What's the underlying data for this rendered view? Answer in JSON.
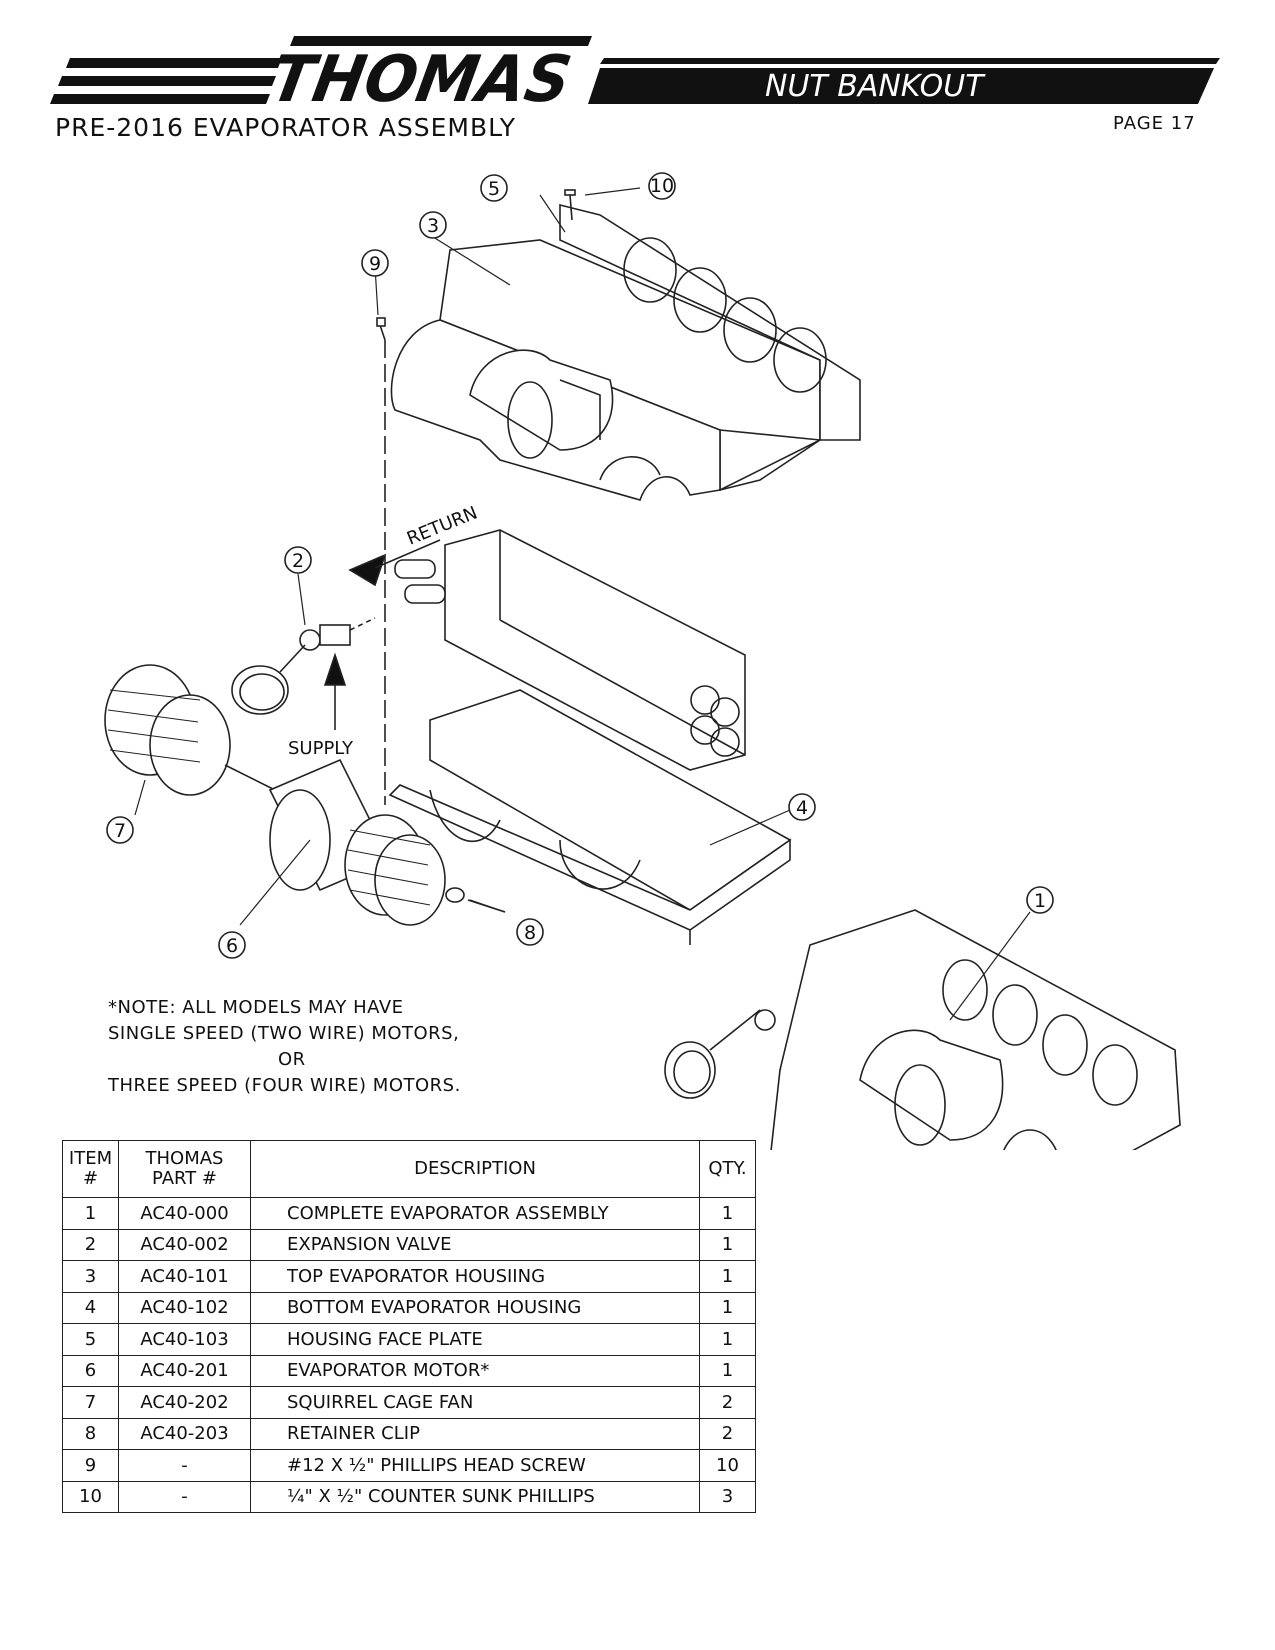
{
  "header": {
    "logo_text": "THOMAS",
    "model": "NUT BANKOUT",
    "title": "PRE-2016 EVAPORATOR ASSEMBLY",
    "page": "PAGE 17"
  },
  "diagram": {
    "callouts": [
      "1",
      "2",
      "3",
      "4",
      "5",
      "6",
      "7",
      "8",
      "9",
      "10"
    ],
    "labels": {
      "return": "RETURN",
      "supply": "SUPPLY"
    }
  },
  "note": {
    "line1": "*NOTE: ALL MODELS MAY HAVE",
    "line2": "SINGLE SPEED (TWO WIRE) MOTORS,",
    "line3": "OR",
    "line4": "THREE SPEED (FOUR WIRE) MOTORS."
  },
  "table": {
    "headers": {
      "item_line1": "ITEM",
      "item_line2": "#",
      "part_line1": "THOMAS",
      "part_line2": "PART #",
      "description": "DESCRIPTION",
      "qty": "QTY."
    },
    "rows": [
      {
        "item": "1",
        "part": "AC40-000",
        "description": "COMPLETE EVAPORATOR ASSEMBLY",
        "qty": "1"
      },
      {
        "item": "2",
        "part": "AC40-002",
        "description": "EXPANSION VALVE",
        "qty": "1"
      },
      {
        "item": "3",
        "part": "AC40-101",
        "description": "TOP EVAPORATOR HOUSIING",
        "qty": "1"
      },
      {
        "item": "4",
        "part": "AC40-102",
        "description": "BOTTOM EVAPORATOR HOUSING",
        "qty": "1"
      },
      {
        "item": "5",
        "part": "AC40-103",
        "description": "HOUSING FACE PLATE",
        "qty": "1"
      },
      {
        "item": "6",
        "part": "AC40-201",
        "description": "EVAPORATOR MOTOR*",
        "qty": "1"
      },
      {
        "item": "7",
        "part": "AC40-202",
        "description": "SQUIRREL CAGE FAN",
        "qty": "2"
      },
      {
        "item": "8",
        "part": "AC40-203",
        "description": "RETAINER CLIP",
        "qty": "2"
      },
      {
        "item": "9",
        "part": "-",
        "description": "#12 X ½\" PHILLIPS HEAD SCREW",
        "qty": "10"
      },
      {
        "item": "10",
        "part": "-",
        "description": "¼\" X ½\" COUNTER SUNK PHILLIPS",
        "qty": "3"
      }
    ]
  }
}
